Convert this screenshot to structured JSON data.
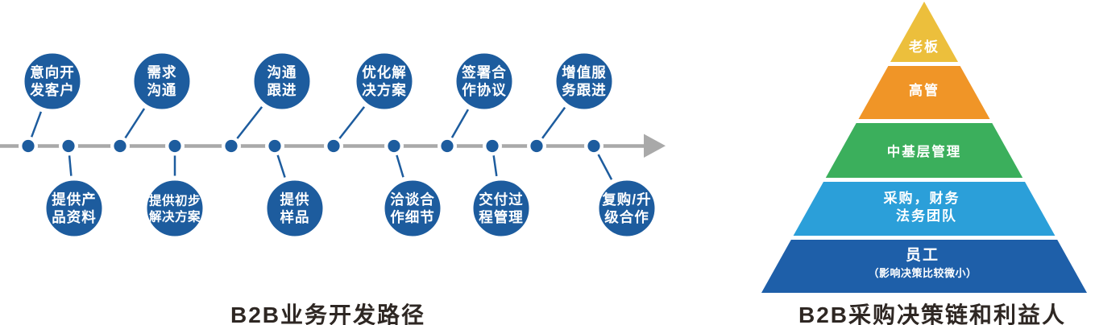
{
  "colors": {
    "title": "#2e2723",
    "axis": "#a9a9a9",
    "node": "#1d5c9e"
  },
  "timeline": {
    "title": "B2B业务开发路径",
    "steps": [
      {
        "lines": [
          "意向开",
          "发客户"
        ]
      },
      {
        "lines": [
          "提供产",
          "品资料"
        ]
      },
      {
        "lines": [
          "需求",
          "沟通"
        ]
      },
      {
        "lines": [
          "提供初步",
          "解决方案"
        ]
      },
      {
        "lines": [
          "沟通",
          "跟进"
        ]
      },
      {
        "lines": [
          "提供",
          "样品"
        ]
      },
      {
        "lines": [
          "优化解",
          "决方案"
        ]
      },
      {
        "lines": [
          "洽谈合",
          "作细节"
        ]
      },
      {
        "lines": [
          "签署合",
          "作协议"
        ]
      },
      {
        "lines": [
          "交付过",
          "程管理"
        ]
      },
      {
        "lines": [
          "增值服",
          "务跟进"
        ]
      },
      {
        "lines": [
          "复购/升",
          "级合作"
        ]
      }
    ]
  },
  "pyramid": {
    "title": "B2B采购决策链和利益人",
    "levels": [
      {
        "lines": [
          "老板"
        ],
        "color": "#ecbf3c"
      },
      {
        "lines": [
          "高管"
        ],
        "color": "#f09527"
      },
      {
        "lines": [
          "中基层管理"
        ],
        "color": "#3baf5c"
      },
      {
        "lines": [
          "采购，财务",
          "法务团队"
        ],
        "color": "#2b9fd9"
      },
      {
        "lines": [
          "员工"
        ],
        "sub": "（影响决策比较微小）",
        "color": "#1e5fa9"
      }
    ]
  }
}
